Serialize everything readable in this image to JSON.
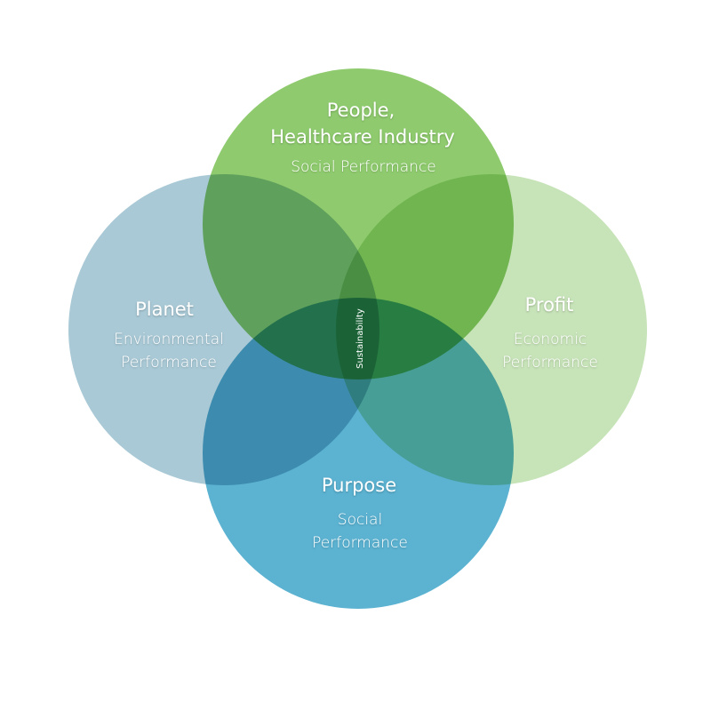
{
  "diagram": {
    "center_label": "Sustainability",
    "circles": [
      {
        "id": "planet",
        "title_lines": [
          "Planet"
        ],
        "subtitle_lines": [
          "Environmental",
          "Performance"
        ],
        "color": "#a9c9d6"
      },
      {
        "id": "profit",
        "title_lines": [
          "Profit"
        ],
        "subtitle_lines": [
          "Economic",
          "Performance"
        ],
        "color": "#c7e3b8"
      },
      {
        "id": "people",
        "title_lines": [
          "People,",
          "Healthcare Industry"
        ],
        "subtitle_lines": [
          "Social Performance"
        ],
        "color": "#8fcb6e"
      },
      {
        "id": "purpose",
        "title_lines": [
          "Purpose"
        ],
        "subtitle_lines": [
          "Social",
          "Performance"
        ],
        "color": "#5bb2d1"
      }
    ]
  }
}
